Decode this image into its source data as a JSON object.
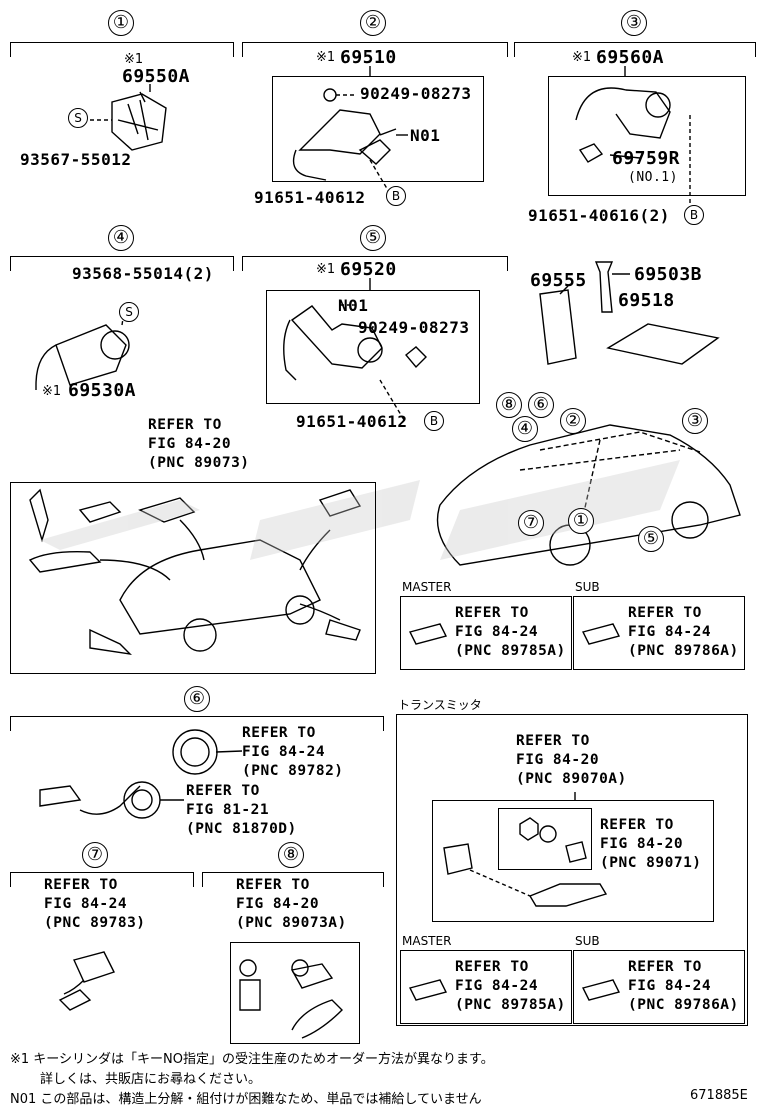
{
  "sections": {
    "s1": {
      "num": "①",
      "note": "※1",
      "part": "69550A",
      "screw": "93567-55012",
      "screw_tag": "S"
    },
    "s2": {
      "num": "②",
      "note": "※1",
      "part": "69510",
      "p_a": "90249-08273",
      "p_b": "N01",
      "p_c": "91651-40612",
      "tag_b": "B"
    },
    "s3": {
      "num": "③",
      "note": "※1",
      "part": "69560A",
      "p_a": "69759R",
      "p_a_sub": "(NO.1)",
      "p_b": "91651-40616(2)",
      "tag_b": "B"
    },
    "s4": {
      "num": "④",
      "screw": "93568-55014(2)",
      "screw_tag": "S",
      "note": "※1",
      "part": "69530A"
    },
    "s5": {
      "num": "⑤",
      "note": "※1",
      "part": "69520",
      "p_a": "N01",
      "p_b": "90249-08273",
      "p_c": "91651-40612",
      "tag_b": "B"
    },
    "keys": {
      "p1": "69555",
      "p2": "69503B",
      "p3": "69518"
    },
    "refer_main": {
      "l1": "REFER TO",
      "l2": "FIG 84-20",
      "l3": "(PNC 89073)"
    },
    "car_callouts": [
      "⑧",
      "⑥",
      "④",
      "②",
      "③",
      "⑦",
      "①",
      "⑤"
    ],
    "master_top": {
      "label": "MASTER",
      "l1": "REFER TO",
      "l2": "FIG 84-24",
      "l3": "(PNC 89785A)"
    },
    "sub_top": {
      "label": "SUB",
      "l1": "REFER TO",
      "l2": "FIG 84-24",
      "l3": "(PNC 89786A)"
    },
    "s6": {
      "num": "⑥",
      "ref_a": {
        "l1": "REFER TO",
        "l2": "FIG 84-24",
        "l3": "(PNC 89782)"
      },
      "ref_b": {
        "l1": "REFER TO",
        "l2": "FIG 81-21",
        "l3": "(PNC 81870D)"
      }
    },
    "s7": {
      "num": "⑦",
      "l1": "REFER TO",
      "l2": "FIG 84-24",
      "l3": "(PNC 89783)"
    },
    "s8": {
      "num": "⑧",
      "l1": "REFER TO",
      "l2": "FIG 84-20",
      "l3": "(PNC 89073A)"
    },
    "transmitter": {
      "title": "トランスミッタ",
      "ref_a": {
        "l1": "REFER TO",
        "l2": "FIG 84-20",
        "l3": "(PNC 89070A)"
      },
      "ref_b": {
        "l1": "REFER TO",
        "l2": "FIG 84-20",
        "l3": "(PNC 89071)"
      },
      "master": {
        "label": "MASTER",
        "l1": "REFER TO",
        "l2": "FIG 84-24",
        "l3": "(PNC 89785A)"
      },
      "sub": {
        "label": "SUB",
        "l1": "REFER TO",
        "l2": "FIG 84-24",
        "l3": "(PNC 89786A)"
      }
    },
    "footnotes": {
      "n1a": "※1  キーシリンダは「キーNO指定」の受注生産のためオーダー方法が異なります。",
      "n1b": "詳しくは、共販店にお尋ねください。",
      "n2": "N01  この部品は、構造上分解・組付けが困難なため、単品では補給していません",
      "code": "671885E"
    }
  }
}
